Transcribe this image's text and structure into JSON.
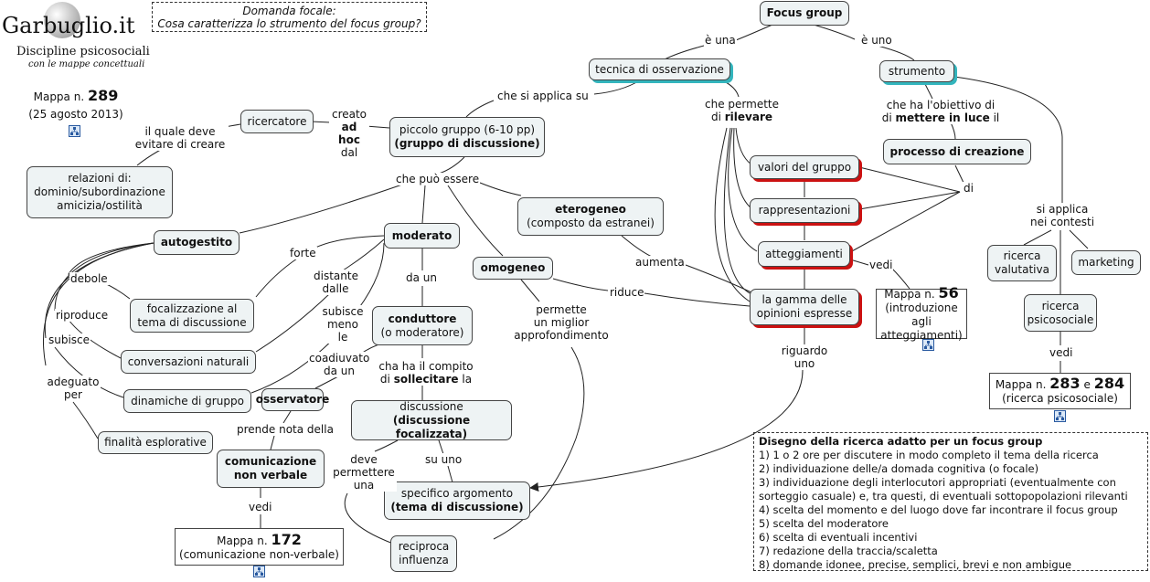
{
  "logo": {
    "title": "Garbuglio.it",
    "subtitle": "Discipline psicosociali",
    "tagline": "con le mappe concettuali"
  },
  "map_info": {
    "prefix": "Mappa n.",
    "number": "289",
    "date": "(25 agosto 2013)"
  },
  "focal_question": {
    "title": "Domanda focale:",
    "text": "Cosa caratterizza lo strumento del focus group?"
  },
  "concepts": {
    "focus_group": "Focus group",
    "tecnica": "tecnica di osservazione",
    "strumento": "strumento",
    "processo": "processo di creazione",
    "piccolo_gruppo_1": "piccolo gruppo (6-10 pp)",
    "piccolo_gruppo_2": "(gruppo di discussione)",
    "ricercatore": "ricercatore",
    "relazioni": [
      "relazioni di:",
      "dominio/subordinazione",
      "amicizia/ostilità"
    ],
    "valori": "valori del gruppo",
    "rappresentazioni": "rappresentazioni",
    "atteggiamenti": "atteggiamenti",
    "gamma": [
      "la gamma delle",
      "opinioni espresse"
    ],
    "eterogeneo_1": "eterogeneo",
    "eterogeneo_2": "(composto da estranei)",
    "autogestito": "autogestito",
    "moderato": "moderato",
    "omogeneo": "omogeneo",
    "focalizzazione": [
      "focalizzazione al",
      "tema di discussione"
    ],
    "conversazioni": "conversazioni naturali",
    "dinamiche": "dinamiche di gruppo",
    "finalita": "finalità esplorative",
    "conduttore_1": "conduttore",
    "conduttore_2": "(o moderatore)",
    "osservatore": "osservatore",
    "comunicazione": [
      "comunicazione",
      "non verbale"
    ],
    "discussione_1": "discussione",
    "discussione_2": "(discussione focalizzata)",
    "specifico_1": "specifico argomento",
    "specifico_2": "(tema di discussione)",
    "reciproca": [
      "reciproca",
      "influenza"
    ],
    "ricerca_valutativa": [
      "ricerca",
      "valutativa"
    ],
    "marketing": "marketing",
    "ricerca_psicosociale": [
      "ricerca",
      "psicosociale"
    ]
  },
  "refs": {
    "mappa_56": {
      "prefix": "Mappa n.",
      "number": "56",
      "desc": [
        "(introduzione agli",
        "atteggiamenti)"
      ]
    },
    "mappa_283": {
      "prefix": "Mappa n.",
      "n1": "283",
      "and": "e",
      "n2": "284",
      "desc": "(ricerca psicosociale)"
    },
    "mappa_172": {
      "prefix": "Mappa n.",
      "number": "172",
      "desc": "(comunicazione non-verbale)"
    }
  },
  "link_labels": {
    "e_una": "è una",
    "e_uno": "è uno",
    "che_si_applica_su": "che si applica su",
    "che_permette": "che permette",
    "di_rilevare_pre": "di",
    "di_rilevare_bold": "rilevare",
    "che_ha_obiettivo": "che ha l'obiettivo di",
    "mettere_pre": "di",
    "mettere_bold": "mettere in luce",
    "mettere_post": "il",
    "di": "di",
    "creato": "creato",
    "ad_hoc": "ad hoc",
    "dal": "dal",
    "il_quale_deve": "il quale deve",
    "evitare": "evitare di creare",
    "che_puo_essere": "che può essere",
    "forte": "forte",
    "debole": "debole",
    "distante": [
      "distante",
      "dalle"
    ],
    "riproduce": "riproduce",
    "subisce": "subisce",
    "subisce_meno": [
      "subisce",
      "meno le"
    ],
    "adeguato": [
      "adeguato",
      "per"
    ],
    "da_un": "da un",
    "aumenta": "aumenta",
    "riduce": "riduce",
    "permette": [
      "permette",
      "un miglior",
      "approfondimento"
    ],
    "coadiuvato": [
      "coadiuvato",
      "da un"
    ],
    "cha_ha_compito": "cha ha il compito",
    "sollecitare_pre": "di",
    "sollecitare_bold": "sollecitare",
    "sollecitare_post": "la",
    "prende_nota": "prende nota della",
    "deve_permettere": [
      "deve",
      "permettere",
      "una"
    ],
    "su_uno": "su uno",
    "riguardo": [
      "riguardo",
      "uno"
    ],
    "si_applica": [
      "si applica",
      "nei contesti"
    ],
    "vedi": "vedi"
  },
  "design": {
    "title": "Disegno della ricerca adatto per un focus group",
    "lines": [
      "1) 1 o 2 ore per discutere in modo completo il tema della ricerca",
      "2) individuazione delle/a domada cognitiva (o focale)",
      "3) individuazione degli interlocutori appropriati (eventualmente con",
      "sorteggio casuale) e, tra questi, di eventuali sottopopolazioni rilevanti",
      "4) scelta del momento e del luogo dove far incontrare il focus group",
      "5) scelta del moderatore",
      "6) scelta di eventuali incentivi",
      "7) redazione della traccia/scaletta",
      "8) domande idonee, precise, semplici, brevi e non ambigue"
    ]
  },
  "colors": {
    "node_fill": "#eef3f4",
    "red_shadow": "#cc1111",
    "teal_shadow": "#33b5bd",
    "link": "#222222"
  }
}
